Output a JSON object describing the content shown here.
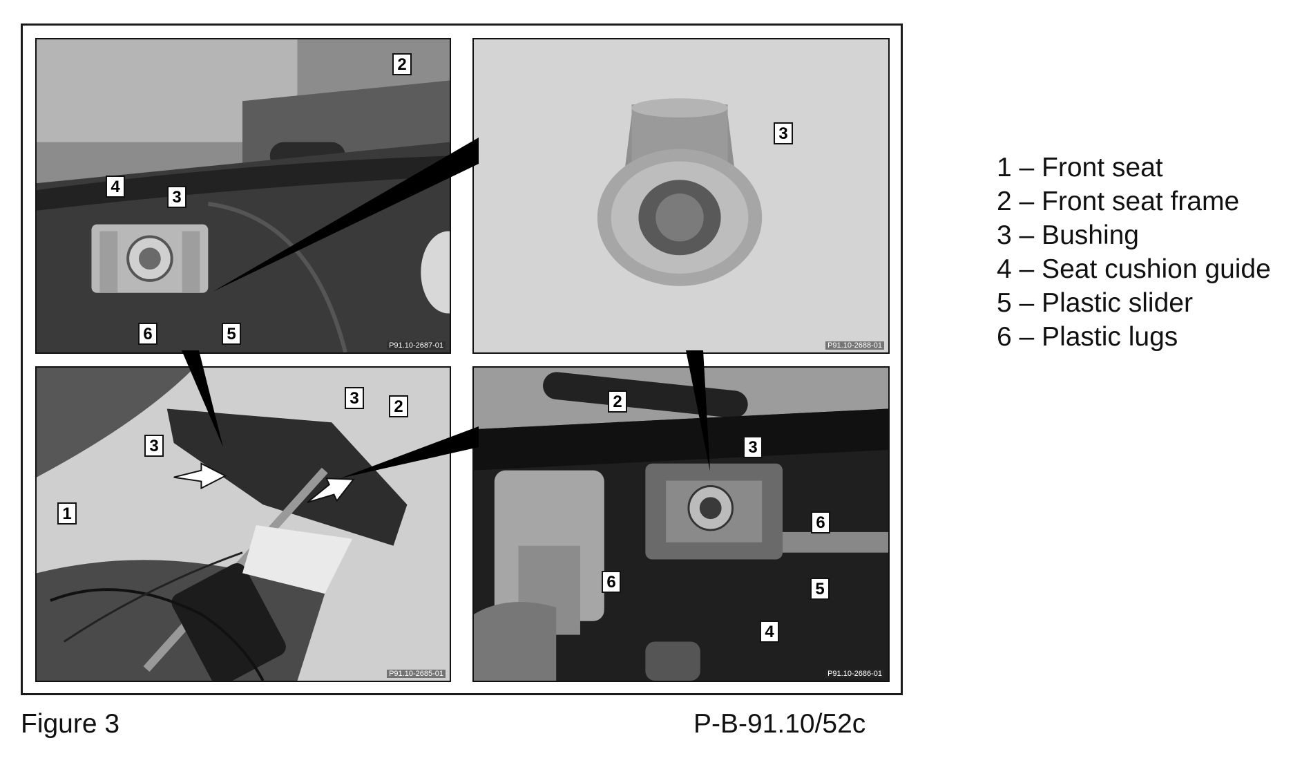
{
  "figure": {
    "caption": "Figure 3",
    "reference": "P-B-91.10/52c"
  },
  "legend": [
    {
      "number": "1",
      "label": "1 – Front seat"
    },
    {
      "number": "2",
      "label": "2 – Front seat frame"
    },
    {
      "number": "3",
      "label": "3 – Bushing"
    },
    {
      "number": "4",
      "label": "4 – Seat cushion guide"
    },
    {
      "number": "5",
      "label": "5 – Plastic slider"
    },
    {
      "number": "6",
      "label": "6 – Plastic lugs"
    }
  ],
  "photos": {
    "top_left": {
      "id": "P91.10-2687-01",
      "callouts": [
        "2",
        "4",
        "3",
        "6",
        "5"
      ]
    },
    "top_right": {
      "id": "P91.10-2688-01",
      "callouts": [
        "3"
      ]
    },
    "bottom_left": {
      "id": "P91.10-2685-01",
      "callouts": [
        "3",
        "2",
        "3",
        "1"
      ]
    },
    "bottom_right": {
      "id": "P91.10-2686-01",
      "callouts": [
        "2",
        "3",
        "6",
        "6",
        "5",
        "4"
      ]
    }
  }
}
